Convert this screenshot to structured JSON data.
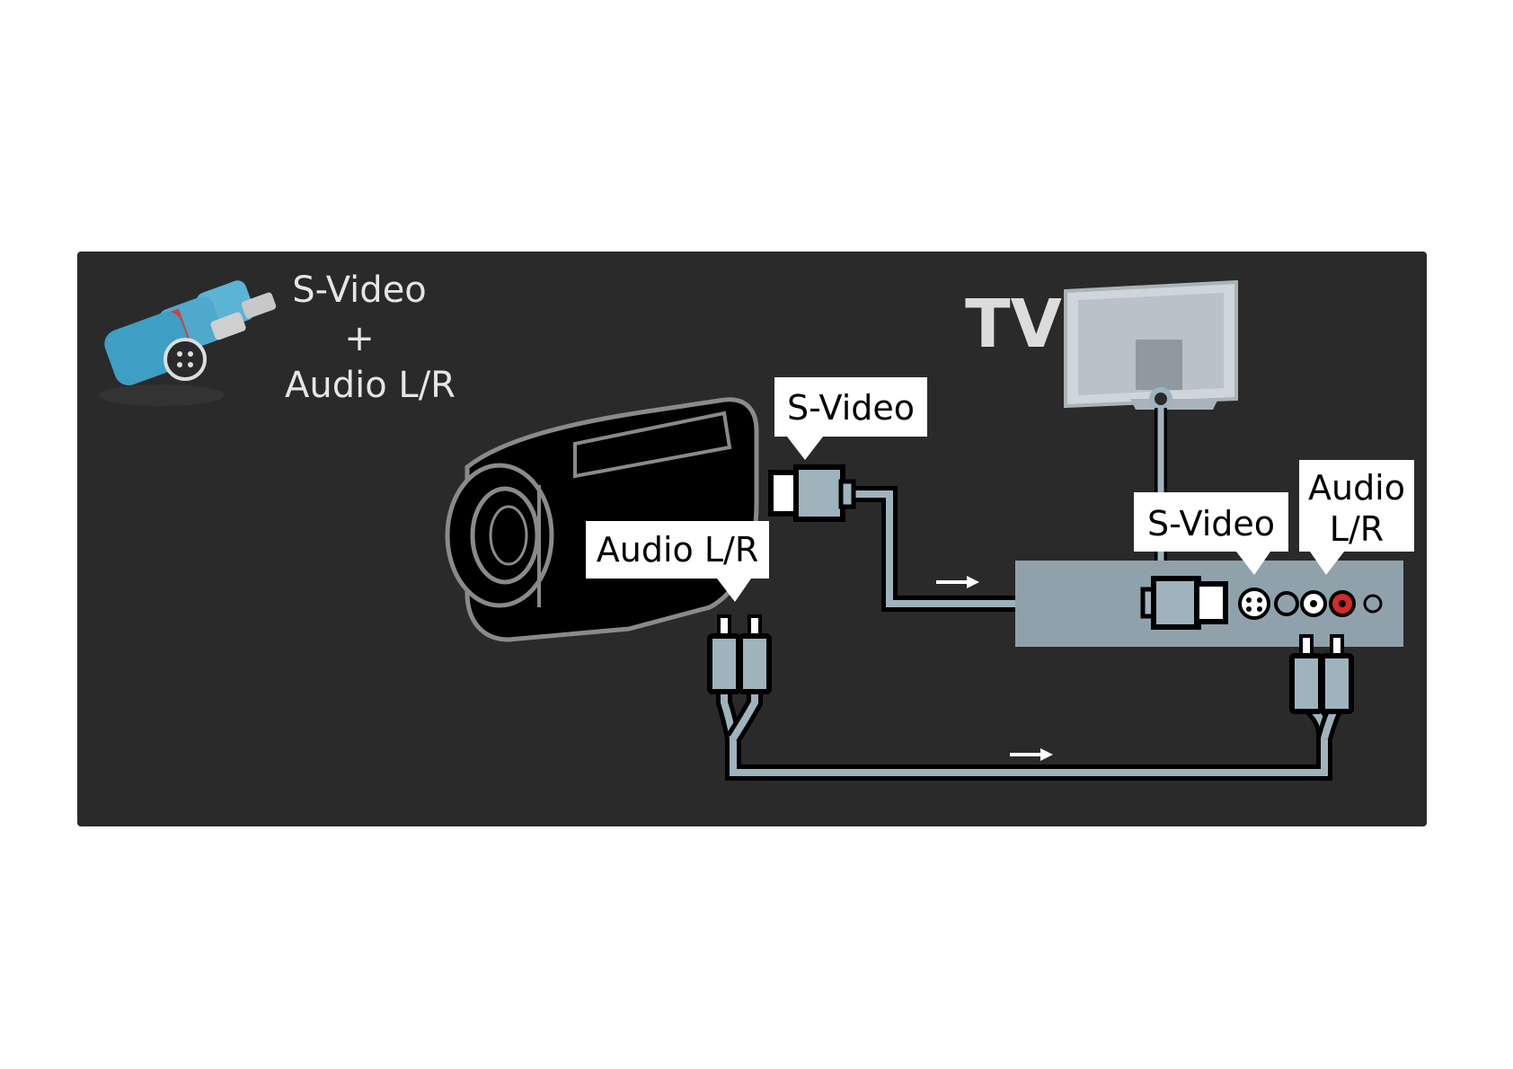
{
  "header": {
    "line1": "S-Video",
    "plus": "+",
    "line2": "Audio L/R"
  },
  "tv_label": "TV",
  "callouts": {
    "camera_svideo": "S-Video",
    "camera_audio": "Audio L/R",
    "tv_svideo": "S-Video",
    "tv_audio_line1": "Audio",
    "tv_audio_line2": "L/R"
  },
  "icons": [
    "connector-cluster-icon",
    "camcorder-icon",
    "tv-icon",
    "svideo-plug-icon",
    "rca-plug-icon",
    "arrow-right-icon"
  ],
  "colors": {
    "panel": "#2a2a2a",
    "cable": "#9fb3bd",
    "connector_panel": "#8fa2ab",
    "red_jack": "#d42a2a",
    "callout_bg": "#ffffff"
  }
}
